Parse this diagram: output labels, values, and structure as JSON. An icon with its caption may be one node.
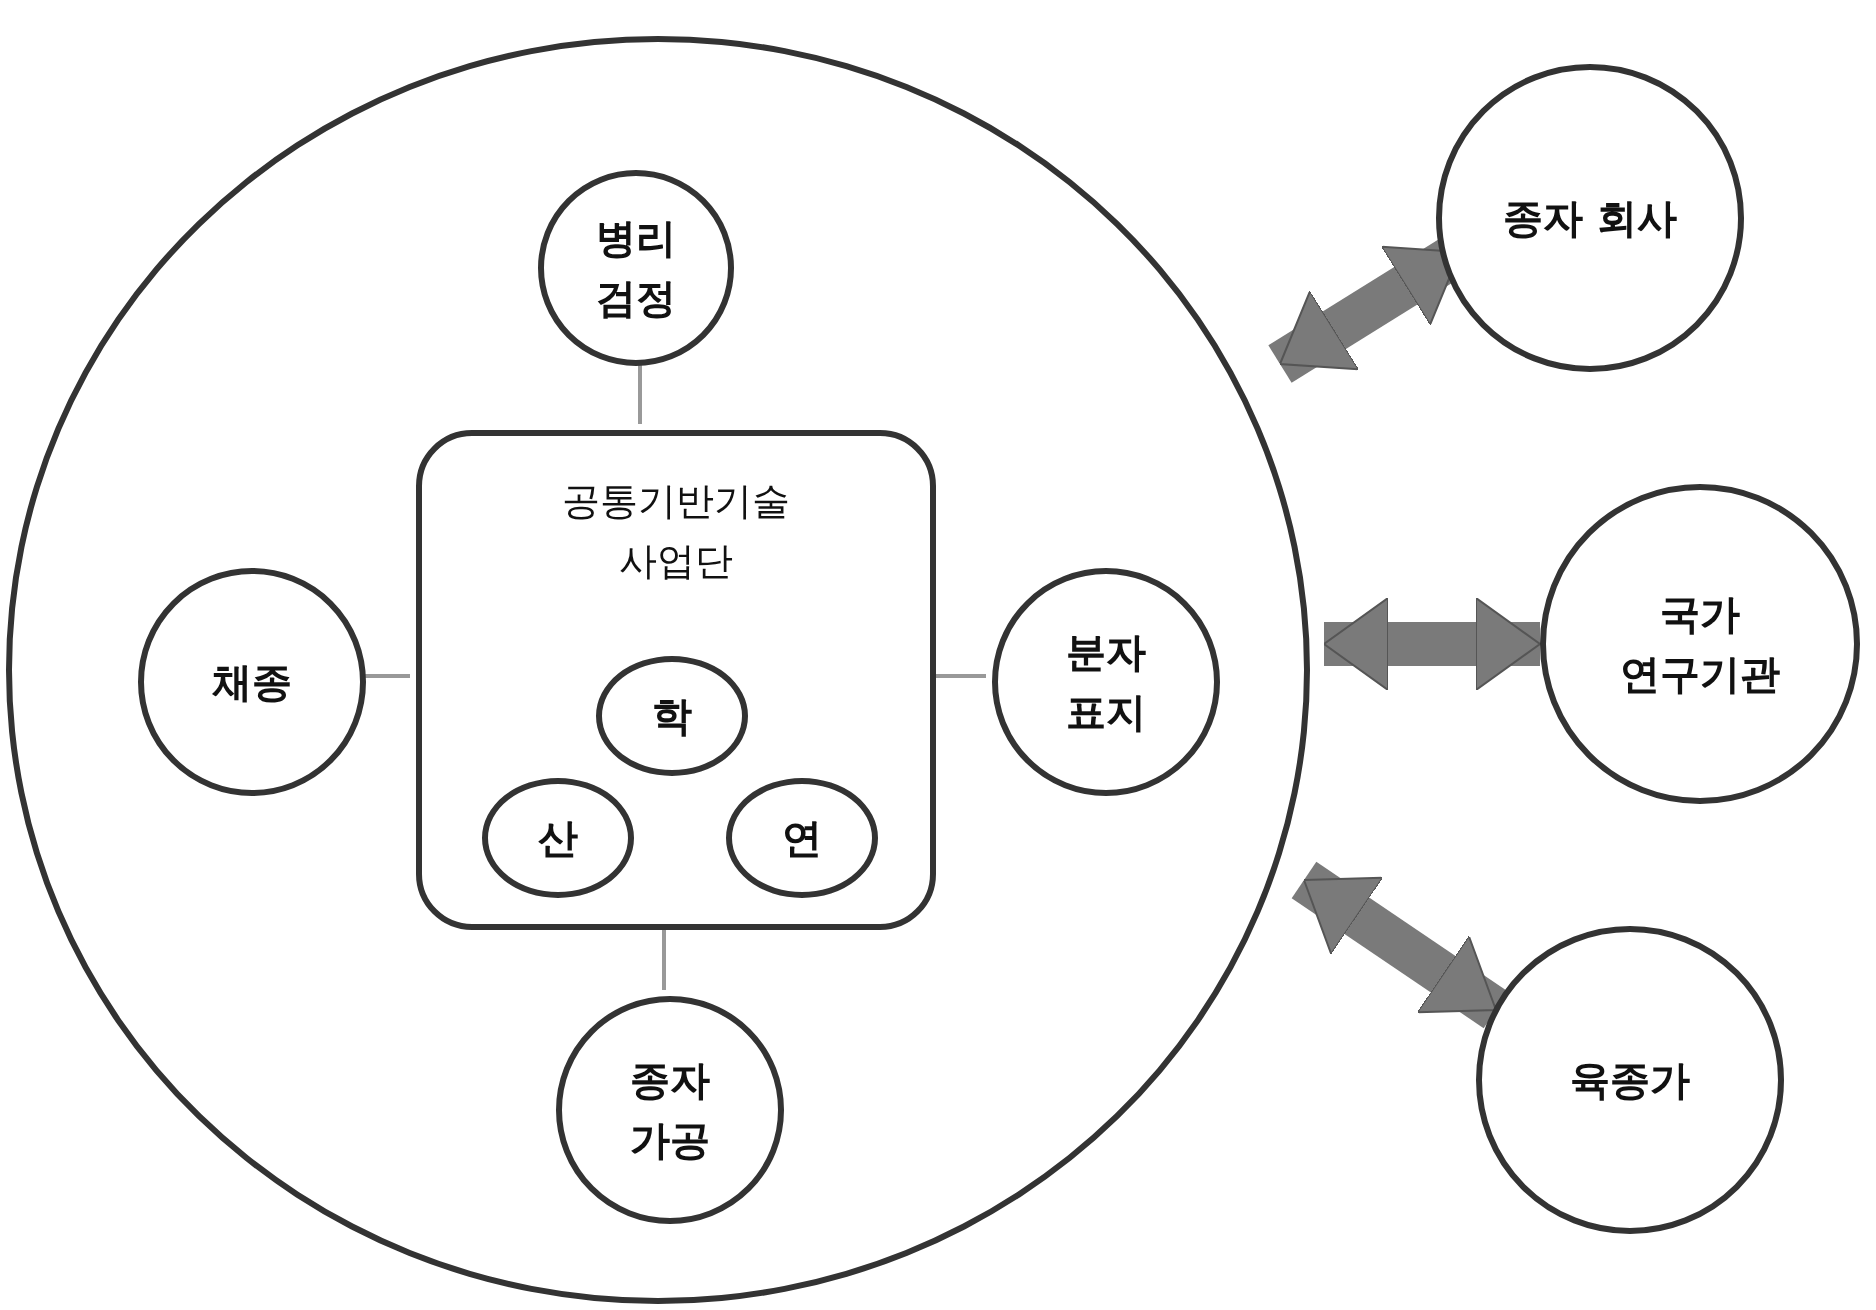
{
  "diagram": {
    "nodes": [
      {
        "text": [],
        "shape": "circle"
      },
      {
        "text": [
          "병리 검정"
        ],
        "in": 0
      },
      {
        "text": [
          "공통기반기술 사업단"
        ],
        "in": 0
      },
      {
        "text": [
          "학"
        ],
        "in": 2
      },
      {
        "text": [
          "산"
        ],
        "in": 2
      },
      {
        "text": [
          "연"
        ],
        "in": 2
      },
      {
        "text": [
          "채종"
        ],
        "in": 0
      },
      {
        "text": [
          "분자 표지"
        ],
        "in": 0
      },
      {
        "text": [
          "종자 가공"
        ],
        "in": 0
      },
      {
        "text": [
          "종자 회사"
        ]
      },
      {
        "text": [
          "국가 연구기관"
        ]
      },
      {
        "text": [
          "육종가"
        ]
      }
    ],
    "edges": [
      {
        "from": 1,
        "to": 2,
        "arrow": "none"
      },
      {
        "from": 6,
        "to": 2,
        "arrow": "none"
      },
      {
        "from": 2,
        "to": 7,
        "arrow": "none"
      },
      {
        "from": 2,
        "to": 8,
        "arrow": "none"
      },
      {
        "from": 0,
        "to": 9,
        "arrow": "both",
        "style": "thick",
        "color": "#7a7a7a"
      },
      {
        "from": 0,
        "to": 10,
        "arrow": "both",
        "style": "thick",
        "color": "#7a7a7a"
      },
      {
        "from": 0,
        "to": 11,
        "arrow": "both",
        "style": "thick",
        "color": "#7a7a7a"
      }
    ]
  }
}
